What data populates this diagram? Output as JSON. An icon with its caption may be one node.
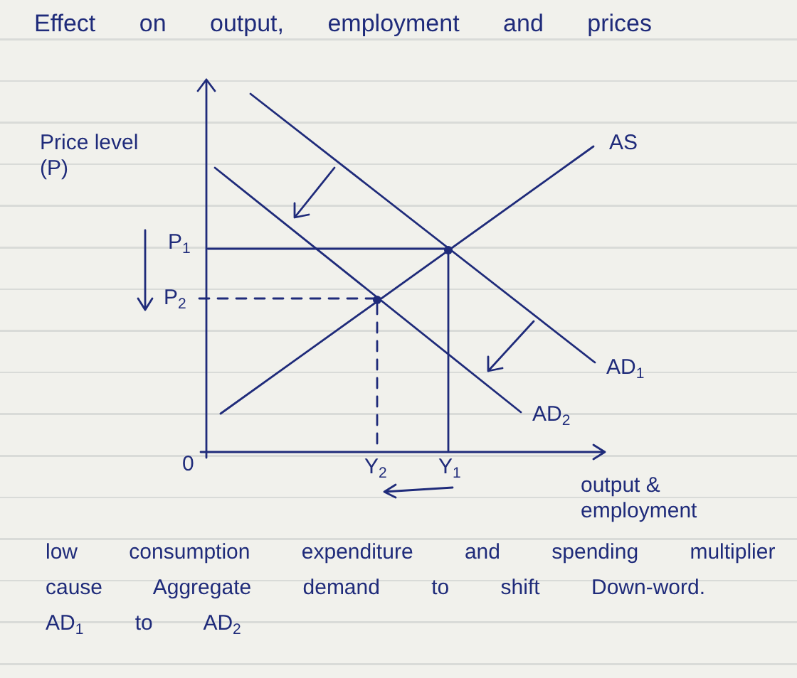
{
  "diagram": {
    "title": "Effect on output, employment and prices",
    "caption": "low consumption expenditure and spending multiplier cause Aggregate demand to shift Down-word. AD$_{1}$ to AD$_{2}$",
    "labels": [
      "Price level (P)",
      "AS",
      "P$_{1}$",
      "P$_{2}$",
      "AD$_{1}$",
      "AD$_{2}$",
      "0",
      "Y$_{2}$",
      "Y$_{1}$",
      "output & employment"
    ]
  }
}
